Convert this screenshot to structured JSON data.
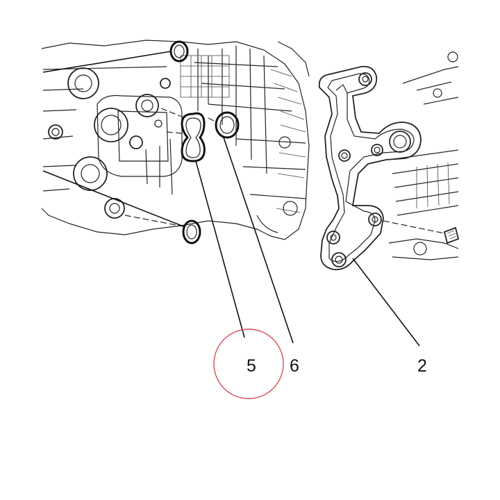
{
  "callouts": [
    {
      "label": "5",
      "highlighted": true
    },
    {
      "label": "6",
      "highlighted": false
    },
    {
      "label": "2",
      "highlighted": false
    }
  ],
  "colors": {
    "line": "#222222",
    "highlight_circle": "#d94b57",
    "background": "#ffffff"
  }
}
